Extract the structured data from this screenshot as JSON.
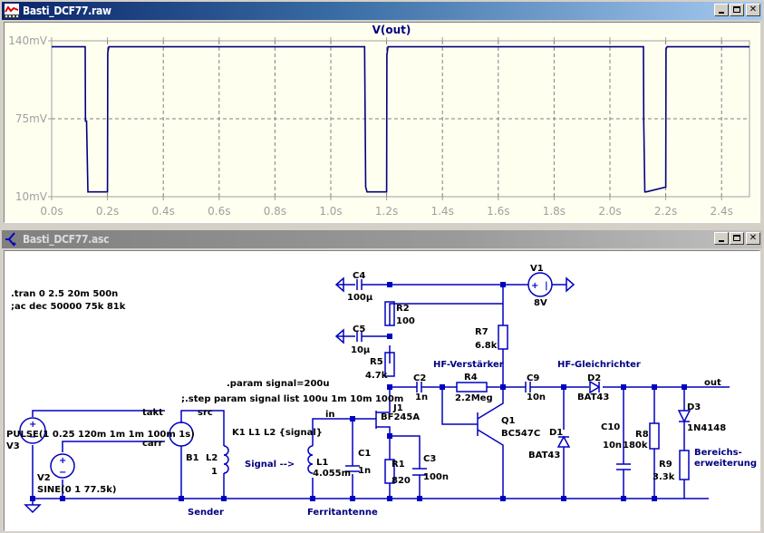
{
  "waveform_window": {
    "title": "Basti_DCF77.raw",
    "icon": "waveform-icon",
    "buttons": [
      "minimize",
      "maximize",
      "close"
    ],
    "chart_data": {
      "type": "line",
      "title": "V(out)",
      "xlabel": "",
      "ylabel": "",
      "x_ticks": [
        "0.0s",
        "0.2s",
        "0.4s",
        "0.6s",
        "0.8s",
        "1.0s",
        "1.2s",
        "1.4s",
        "1.6s",
        "1.8s",
        "2.0s",
        "2.2s",
        "2.4s"
      ],
      "y_ticks": [
        "140mV",
        "75mV",
        "10mV"
      ],
      "xlim": [
        0,
        2.5
      ],
      "ylim": [
        10,
        140
      ],
      "grid": true,
      "series": [
        {
          "name": "V(out)",
          "color": "#000080",
          "x": [
            0.0,
            0.12,
            0.121,
            0.125,
            0.13,
            0.2,
            0.201,
            0.205,
            1.12,
            1.121,
            1.125,
            1.13,
            1.2,
            1.201,
            1.205,
            2.12,
            2.121,
            2.125,
            2.13,
            2.2,
            2.201,
            2.205,
            2.5
          ],
          "y": [
            135,
            135,
            73,
            73,
            14,
            14,
            130,
            135,
            135,
            135,
            18,
            14,
            14,
            128,
            135,
            135,
            73,
            14,
            14,
            18,
            133,
            135,
            135
          ]
        }
      ]
    }
  },
  "schematic_window": {
    "title": "Basti_DCF77.asc",
    "icon": "schematic-icon",
    "buttons": [
      "minimize",
      "maximize",
      "close"
    ],
    "directives": [
      ".tran 0 2.5 20m 500n",
      ";ac dec 50000 75k 81k",
      ".param signal=200u",
      ";.step param signal list 100u 1m 10m 100m",
      "K1 L1 L2 {signal}"
    ],
    "comments": [
      "Signal -->",
      "Sender",
      "Ferritantenne",
      "HF-Verstärker",
      "HF-Gleichrichter",
      "Bereichs-",
      "erweiterung"
    ],
    "net_labels": [
      "takt",
      "carr",
      "src",
      "in",
      "out"
    ],
    "components": {
      "V3": {
        "name": "V3",
        "value": "PULSE(1 0.25 120m 1m 1m 100m 1s)"
      },
      "V2": {
        "name": "V2",
        "value": "SINE(0 1 77.5k)"
      },
      "B1": {
        "name": "B1"
      },
      "L2": {
        "name": "L2",
        "value": "1"
      },
      "L1": {
        "name": "L1",
        "value": "4.055m"
      },
      "C1": {
        "name": "C1",
        "value": "1n"
      },
      "J1": {
        "name": "J1",
        "value": "BF245A"
      },
      "R1": {
        "name": "R1",
        "value": "820"
      },
      "C3": {
        "name": "C3",
        "value": "100n"
      },
      "C4": {
        "name": "C4",
        "value": "100µ"
      },
      "C5": {
        "name": "C5",
        "value": "10µ"
      },
      "R2": {
        "name": "R2",
        "value": "100"
      },
      "R5": {
        "name": "R5",
        "value": "4.7k"
      },
      "C2": {
        "name": "C2",
        "value": "1n"
      },
      "R4": {
        "name": "R4",
        "value": "2.2Meg"
      },
      "R7": {
        "name": "R7",
        "value": "6.8k"
      },
      "V1": {
        "name": "V1",
        "value": "8V"
      },
      "Q1": {
        "name": "Q1",
        "value": "BC547C"
      },
      "C9": {
        "name": "C9",
        "value": "10n"
      },
      "D1": {
        "name": "D1",
        "value": "BAT43"
      },
      "D2": {
        "name": "D2",
        "value": "BAT43"
      },
      "C10": {
        "name": "C10",
        "value": "10n"
      },
      "R8": {
        "name": "R8",
        "value": "180k"
      },
      "D3": {
        "name": "D3",
        "value": "1N4148"
      },
      "R9": {
        "name": "R9",
        "value": "3.3k"
      }
    },
    "colors": {
      "wire": "#0000c0",
      "text": "#000000",
      "comment": "#000080",
      "junction": "#0000c0"
    }
  }
}
